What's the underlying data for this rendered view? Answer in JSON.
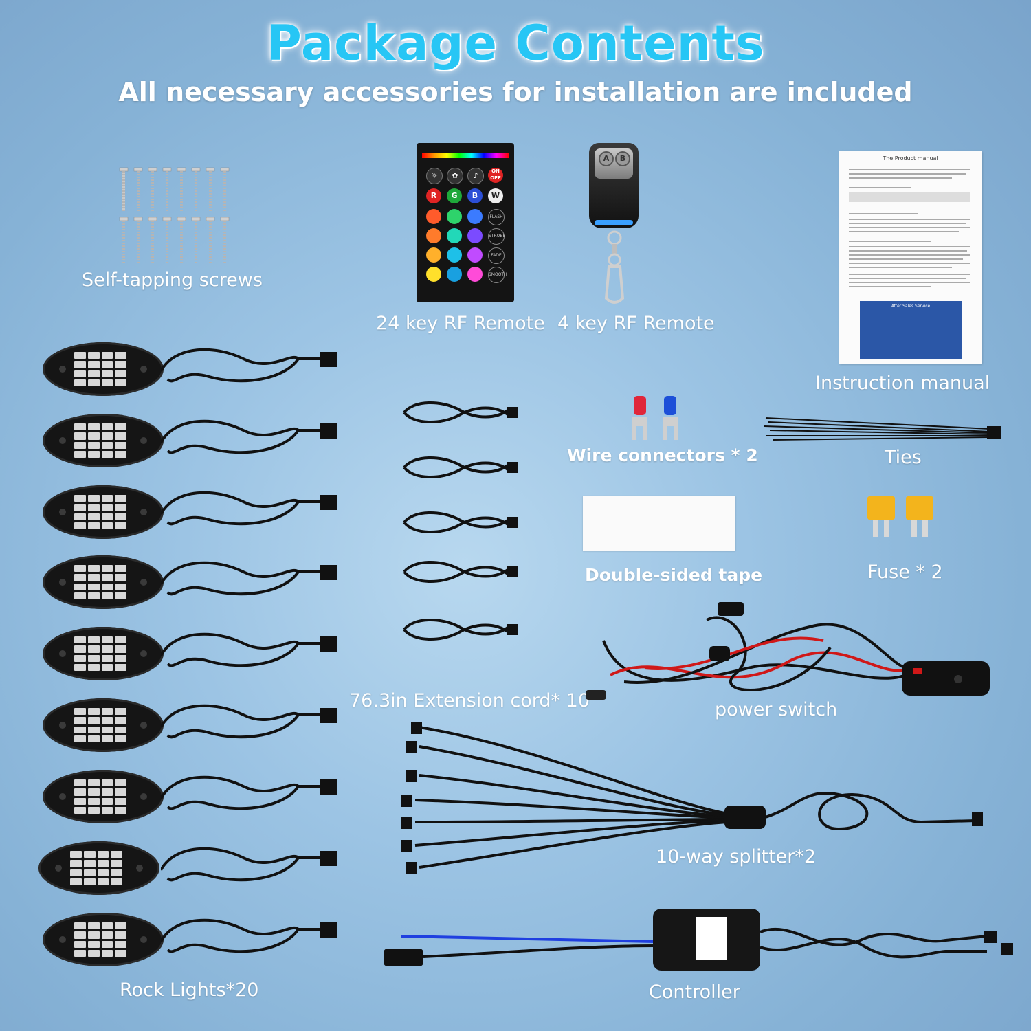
{
  "header": {
    "title": "Package Contents",
    "subtitle": "All necessary accessories for installation are included"
  },
  "items": {
    "screws": "Self-tapping screws",
    "remote24": "24 key RF Remote",
    "remote4": "4 key RF Remote",
    "manual": "Instruction manual",
    "wire_connectors": "Wire connectors * 2",
    "ties": "Ties",
    "tape": "Double-sided tape",
    "fuse": "Fuse * 2",
    "extension": "76.3in Extension cord* 10",
    "power_switch": "power switch",
    "splitter": "10-way splitter*2",
    "rock_lights": "Rock Lights*20",
    "controller": "Controller"
  },
  "remote24": {
    "keys": [
      "ON OFF",
      "R",
      "G",
      "B",
      "W",
      "FLASH",
      "STROBE",
      "FADE",
      "SMOOTH"
    ]
  },
  "remote4": {
    "keys": [
      "A",
      "B"
    ]
  },
  "manual_doc": {
    "title": "The Product manual",
    "box_title": "After Sales Service"
  },
  "colors": {
    "title": "#27c6f5",
    "text": "#ffffff",
    "background": "#9cc4e4"
  }
}
